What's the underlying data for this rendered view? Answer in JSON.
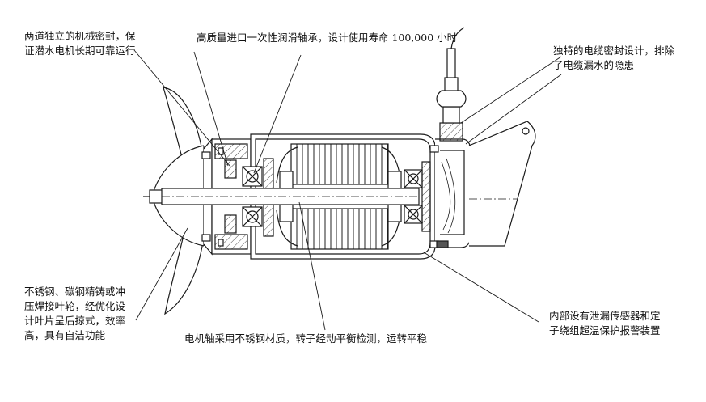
{
  "annotations": {
    "mechanical_seal": {
      "lines": [
        "两道独立的机械密封，保",
        "证潜水电机长期可靠运行"
      ]
    },
    "bearing": {
      "text": "高质量进口一次性润滑轴承，设计使用寿命 100,000 小时"
    },
    "cable_seal": {
      "lines": [
        "独特的电缆密封设计，排除",
        "了电缆漏水的隐患"
      ]
    },
    "impeller": {
      "lines": [
        "不锈钢、碳钢精铸或冲",
        "压焊接叶轮，经优化设",
        "计叶片呈后掠式，效率",
        "高，具有自洁功能"
      ]
    },
    "shaft": {
      "text": "电机轴采用不锈钢材质，转子经动平衡检测，运转平稳"
    },
    "sensor": {
      "lines": [
        "内部设有泄漏传感器和定",
        "子绕组超温保护报警装置"
      ]
    }
  },
  "colors": {
    "line": "#1a1a1a",
    "background": "#ffffff"
  }
}
